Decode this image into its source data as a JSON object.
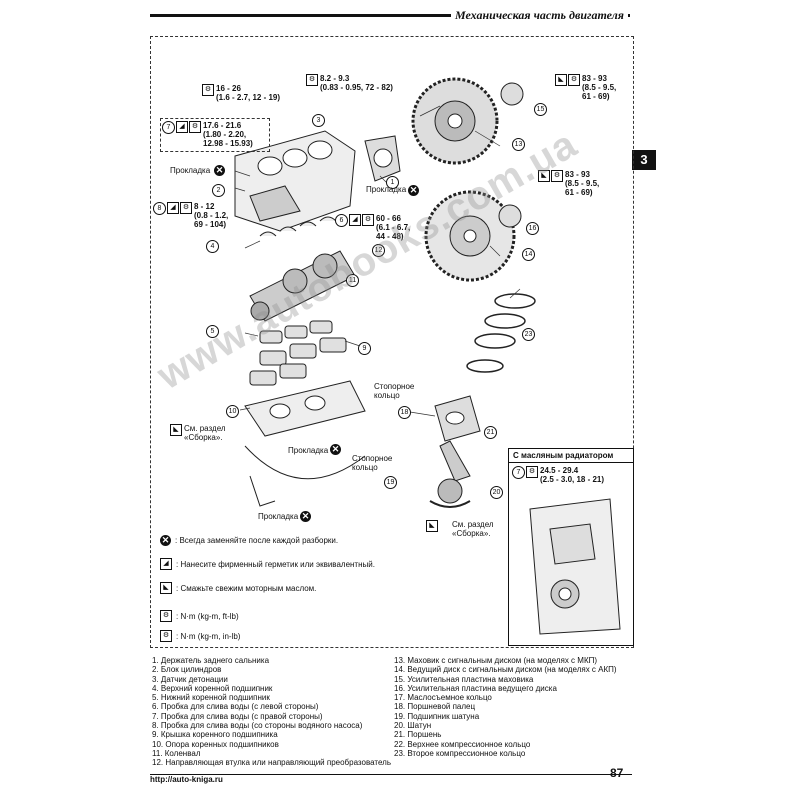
{
  "header": {
    "title": "Механическая часть двигателя",
    "section_number": "3"
  },
  "torques": {
    "t_top_left": "16 - 26\n(1.6 - 2.7, 12 - 19)",
    "t_top_mid": "8.2 - 9.3\n(0.83 - 0.95, 72 - 82)",
    "t_left_2": "17.6 - 21.6\n(1.80 - 2.20,\n12.98 - 15.93)",
    "t_right_top": "83 - 93\n(8.5 - 9.5,\n61 - 69)",
    "t_right_mid": "83 - 93\n(8.5 - 9.5,\n61 - 69)",
    "t_left_mid": "8 - 12\n(0.8 - 1.2,\n69 - 104)",
    "t_center_mid": "60 - 66\n(6.1 - 6.7,\n44 - 48)",
    "t_inset": "24.5 - 29.4\n(2.5 - 3.0, 18 - 21)"
  },
  "labels": {
    "gasket_1": "Прокладка",
    "gasket_2": "Прокладка",
    "gasket_3": "Прокладка",
    "gasket_4": "Прокладка",
    "snap_ring_1": "Стопорное\nкольцо",
    "snap_ring_2": "Стопорное\nкольцо",
    "see_section_1": "См. раздел\n«Сборка».",
    "see_section_2": "См. раздел\n«Сборка»."
  },
  "inset": {
    "title": "С масляным радиатором"
  },
  "legend": [
    {
      "icon": "replace-icon",
      "symbol": "✕",
      "text": ": Всегда заменяйте после каждой разборки."
    },
    {
      "icon": "sealant-icon",
      "symbol": "◢",
      "text": ": Нанесите фирменный герметик или эквивалентный."
    },
    {
      "icon": "oil-icon",
      "symbol": "◣",
      "text": ": Смажьте свежим моторным маслом."
    },
    {
      "icon": "torque-ft-icon",
      "symbol": "⚙",
      "text": ": N·m (kg-m, ft-lb)"
    },
    {
      "icon": "torque-in-icon",
      "symbol": "⚙",
      "text": ": N·m (kg-m, in-lb)"
    }
  ],
  "parts_left": [
    "1.   Держатель заднего сальника",
    "2.   Блок цилиндров",
    "3.   Датчик детонации",
    "4.   Верхний коренной подшипник",
    "5.   Нижний коренной подшипник",
    "6.   Пробка для слива воды (с левой стороны)",
    "7.   Пробка для слива воды (с правой стороны)",
    "8.   Пробка для слива воды (со стороны водяного насоса)",
    "9.   Крышка коренного подшипника",
    "10. Опора коренных подшипников",
    "11. Коленвал",
    "12. Направляющая втулка или направляющий преобразователь"
  ],
  "parts_right": [
    "13. Маховик с сигнальным диском (на моделях с МКП)",
    "14. Ведущий диск с сигнальным диском (на моделях с АКП)",
    "15. Усилительная пластина маховика",
    "16. Усилительная пластина ведущего диска",
    "17. Маслосъемное кольцо",
    "18. Поршневой палец",
    "19. Подшипник шатуна",
    "20. Шатун",
    "21. Поршень",
    "22. Верхнее компрессионное кольцо",
    "23. Второе компрессионное кольцо"
  ],
  "footer": {
    "url": "http://auto-kniga.ru",
    "page": "87"
  },
  "watermark": "www.autobooks.com.ua"
}
